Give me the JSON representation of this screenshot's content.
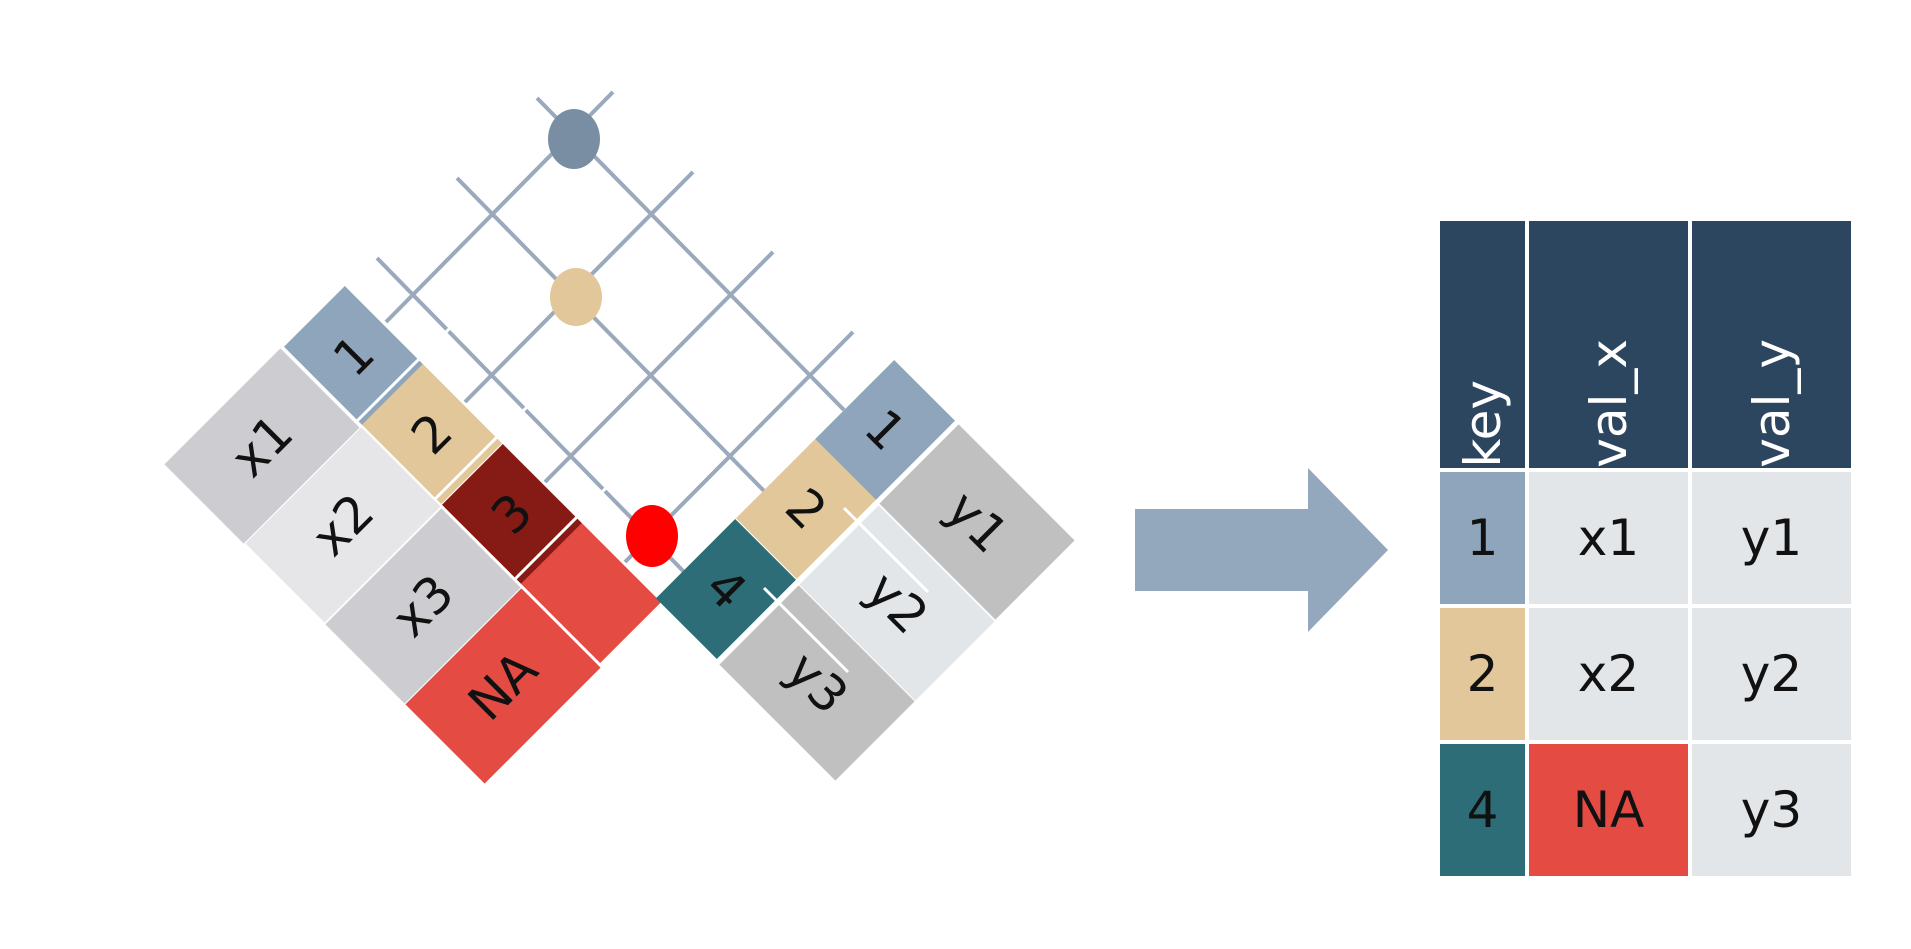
{
  "colors": {
    "key_1": "#8fa5bb",
    "key_2": "#e2c79b",
    "key_3": "#861a14",
    "key_4": "#2c6d77",
    "na": "#e34b43",
    "x_cell_a": "#cdcdd1",
    "x_cell_b": "#e6e6e8",
    "y_cell_a": "#c0c0c0",
    "y_cell_b": "#e2e6e9",
    "grid_line": "#9aa9bc",
    "dot_top": "#7a8ea3",
    "dot_mid": "#e2c79b",
    "dot_red": "#ff0000",
    "arrow": "#93a7bd",
    "table_header": "#2d465f",
    "table_cell": "#e2e6e9"
  },
  "left_table": {
    "keys": [
      "1",
      "2",
      "3",
      ""
    ],
    "values": [
      "x1",
      "x2",
      "x3",
      "NA"
    ]
  },
  "right_table": {
    "keys": [
      "1",
      "2",
      "4"
    ],
    "values": [
      "y1",
      "y2",
      "y3"
    ]
  },
  "result_table": {
    "headers": [
      "key",
      "val_x",
      "val_y"
    ],
    "rows": [
      {
        "key": "1",
        "val_x": "x1",
        "val_y": "y1"
      },
      {
        "key": "2",
        "val_x": "x2",
        "val_y": "y2"
      },
      {
        "key": "4",
        "val_x": "NA",
        "val_y": "y3"
      }
    ]
  },
  "icons": [
    "arrow-right-icon"
  ]
}
